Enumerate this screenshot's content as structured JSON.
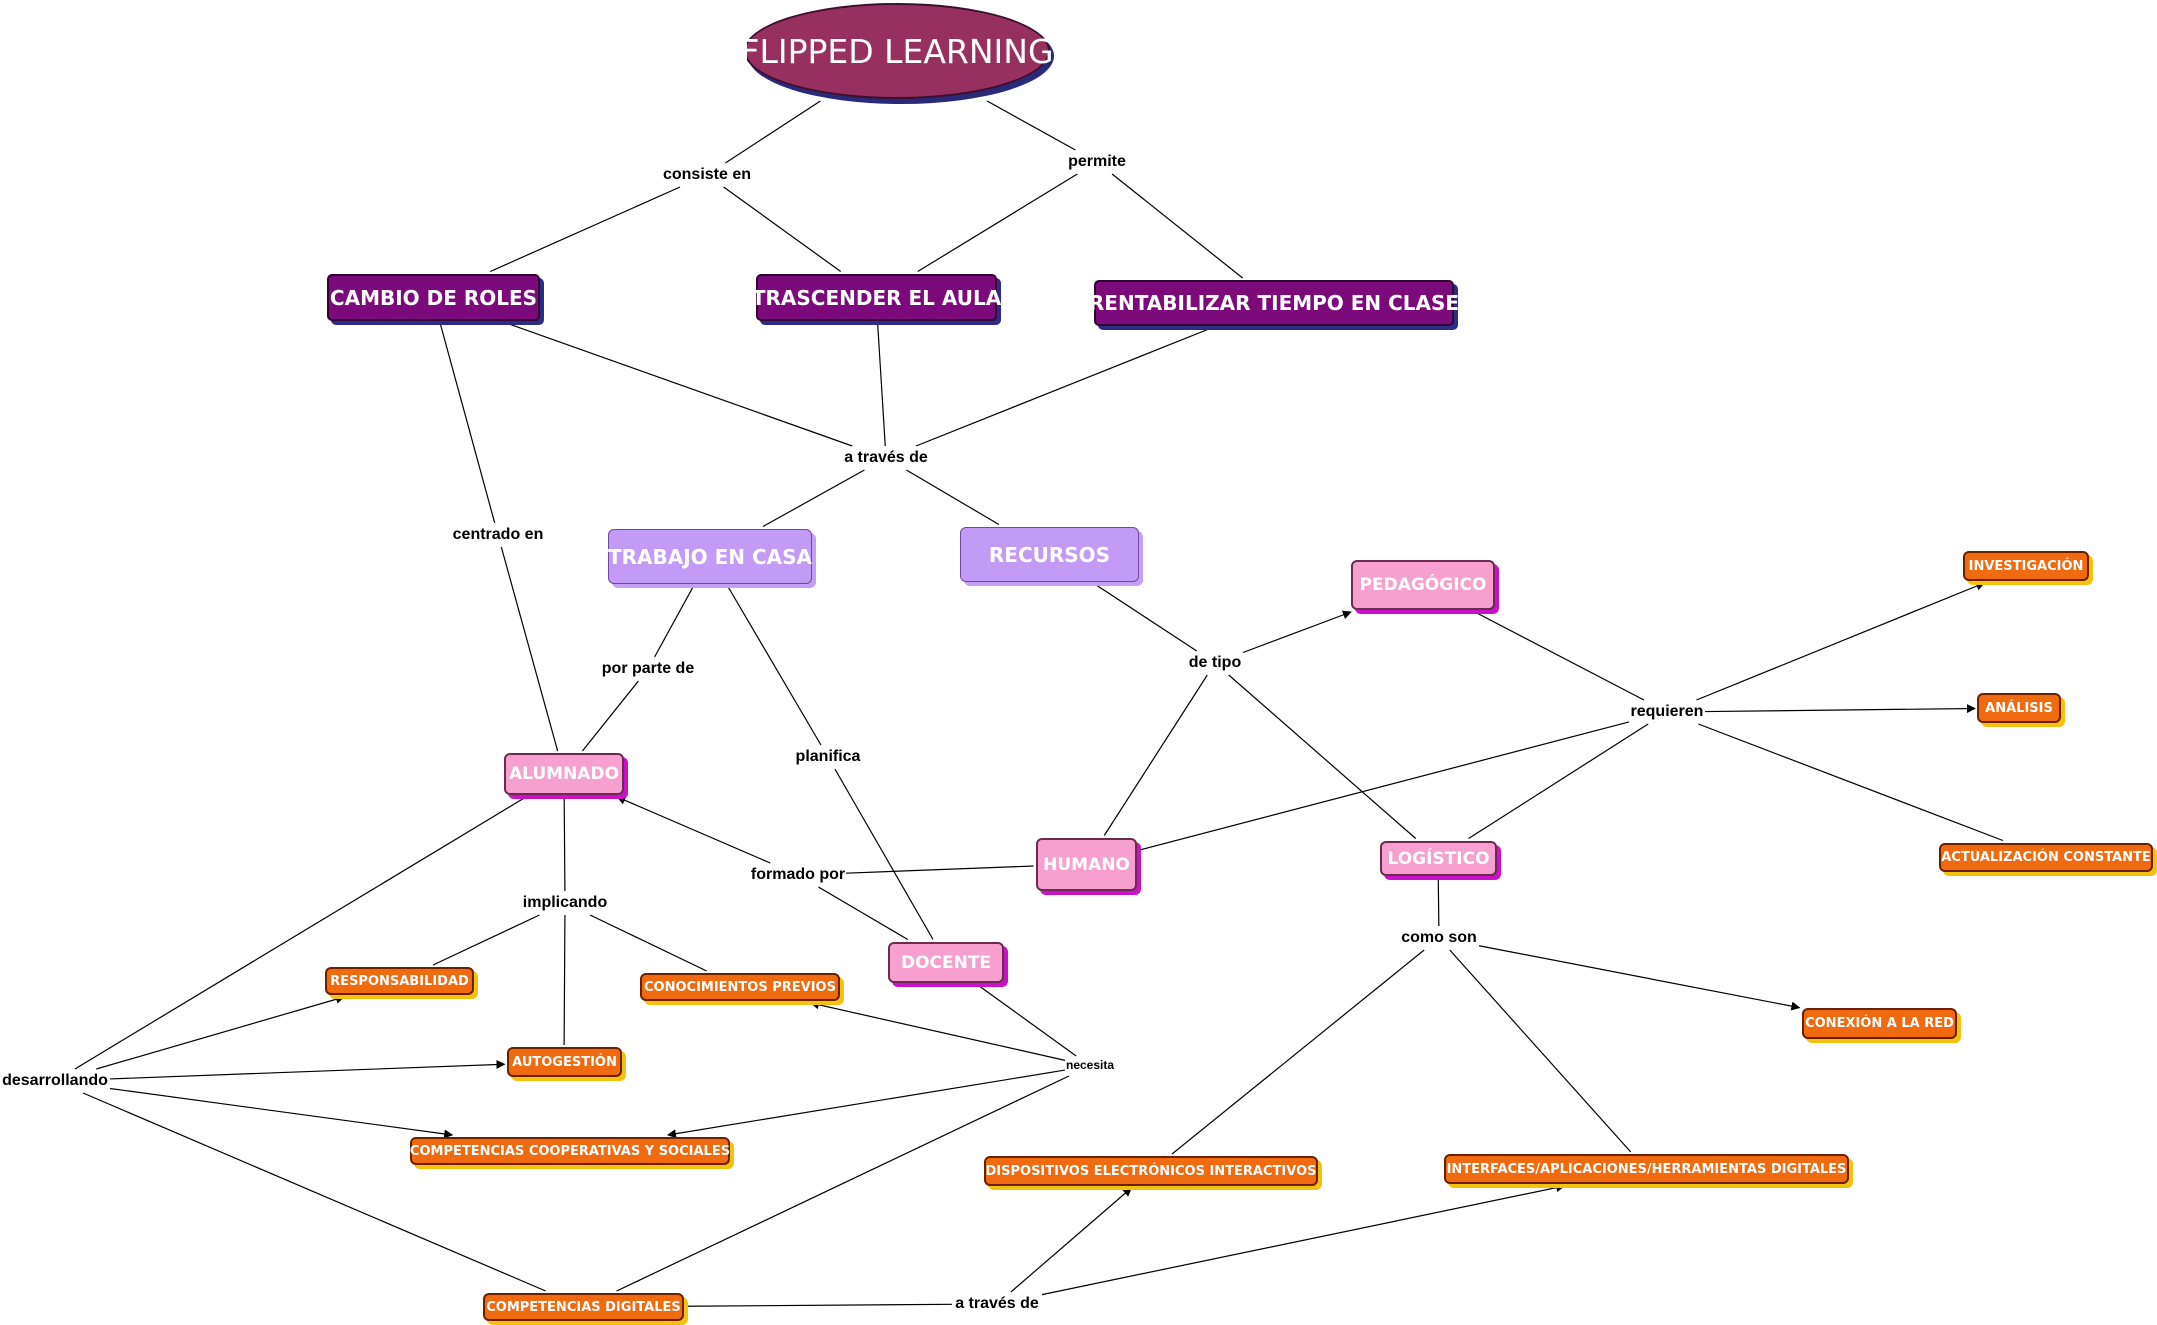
{
  "nodes": [
    {
      "id": "flipped",
      "text": "FLIPPED LEARNING",
      "kind": "title"
    },
    {
      "id": "cambio",
      "text": "CAMBIO DE ROLES",
      "kind": "l1"
    },
    {
      "id": "trascender",
      "text": "TRASCENDER EL AULA",
      "kind": "l1"
    },
    {
      "id": "rentabilizar",
      "text": "RENTABILIZAR TIEMPO EN CLASE",
      "kind": "l1"
    },
    {
      "id": "trabajo",
      "text": "TRABAJO EN CASA",
      "kind": "l2"
    },
    {
      "id": "recursos",
      "text": "RECURSOS",
      "kind": "l2"
    },
    {
      "id": "pedagogico",
      "text": "PEDAGÓGICO",
      "kind": "l3"
    },
    {
      "id": "alumnado",
      "text": "ALUMNADO",
      "kind": "l3"
    },
    {
      "id": "humano",
      "text": "HUMANO",
      "kind": "l3"
    },
    {
      "id": "logistico",
      "text": "LOGÍSTICO",
      "kind": "l3"
    },
    {
      "id": "docente",
      "text": "DOCENTE",
      "kind": "l3"
    },
    {
      "id": "investigacion",
      "text": "INVESTIGACIÓN",
      "kind": "l4"
    },
    {
      "id": "analisis",
      "text": "ANÁLISIS",
      "kind": "l4"
    },
    {
      "id": "actualizacion",
      "text": "ACTUALIZACIÓN CONSTANTE",
      "kind": "l4"
    },
    {
      "id": "responsabilidad",
      "text": "RESPONSABILIDAD",
      "kind": "l4"
    },
    {
      "id": "conocimientos",
      "text": "CONOCIMIENTOS PREVIOS",
      "kind": "l4"
    },
    {
      "id": "autogestion",
      "text": "AUTOGESTIÓN",
      "kind": "l4"
    },
    {
      "id": "cooperativas",
      "text": "COMPETENCIAS COOPERATIVAS Y SOCIALES",
      "kind": "l4"
    },
    {
      "id": "conexion",
      "text": "CONEXIÓN A LA RED",
      "kind": "l4"
    },
    {
      "id": "dispositivos",
      "text": "DISPOSITIVOS ELECTRÓNICOS INTERACTIVOS",
      "kind": "l4"
    },
    {
      "id": "interfaces",
      "text": "INTERFACES/APLICACIONES/HERRAMIENTAS DIGITALES",
      "kind": "l4"
    },
    {
      "id": "digitales",
      "text": "COMPETENCIAS DIGITALES",
      "kind": "l4"
    }
  ],
  "link_labels": [
    {
      "id": "consiste",
      "text": "consiste en"
    },
    {
      "id": "permite",
      "text": "permite"
    },
    {
      "id": "atraves1",
      "text": "a través de"
    },
    {
      "id": "centrado",
      "text": "centrado en"
    },
    {
      "id": "porparte",
      "text": "por parte de"
    },
    {
      "id": "planifica",
      "text": "planifica"
    },
    {
      "id": "detipo",
      "text": "de tipo"
    },
    {
      "id": "requieren",
      "text": "requieren"
    },
    {
      "id": "formado",
      "text": "formado por"
    },
    {
      "id": "implicando",
      "text": "implicando"
    },
    {
      "id": "comoson",
      "text": "como son"
    },
    {
      "id": "desarrollando",
      "text": "desarrollando"
    },
    {
      "id": "necesita",
      "text": "necesita"
    },
    {
      "id": "atraves2",
      "text": "a través de"
    }
  ],
  "connections": [
    [
      "flipped",
      "consiste",
      false
    ],
    [
      "consiste",
      "cambio",
      false
    ],
    [
      "consiste",
      "trascender",
      false
    ],
    [
      "flipped",
      "permite",
      false
    ],
    [
      "permite",
      "trascender",
      false
    ],
    [
      "permite",
      "rentabilizar",
      false
    ],
    [
      "cambio",
      "atraves1",
      false
    ],
    [
      "trascender",
      "atraves1",
      false
    ],
    [
      "rentabilizar",
      "atraves1",
      false
    ],
    [
      "atraves1",
      "trabajo",
      false
    ],
    [
      "atraves1",
      "recursos",
      false
    ],
    [
      "cambio",
      "centrado",
      false
    ],
    [
      "centrado",
      "alumnado",
      false
    ],
    [
      "trabajo",
      "porparte",
      false
    ],
    [
      "porparte",
      "alumnado",
      false
    ],
    [
      "trabajo",
      "planifica",
      false
    ],
    [
      "planifica",
      "docente",
      false
    ],
    [
      "recursos",
      "detipo",
      false
    ],
    [
      "detipo",
      "pedagogico",
      true
    ],
    [
      "detipo",
      "humano",
      false
    ],
    [
      "detipo",
      "logistico",
      false
    ],
    [
      "pedagogico",
      "requieren",
      false
    ],
    [
      "humano",
      "requieren",
      false
    ],
    [
      "logistico",
      "requieren",
      false
    ],
    [
      "requieren",
      "investigacion",
      true
    ],
    [
      "requieren",
      "analisis",
      true
    ],
    [
      "requieren",
      "actualizacion",
      false
    ],
    [
      "humano",
      "formado",
      false
    ],
    [
      "docente",
      "formado",
      false
    ],
    [
      "formado",
      "alumnado",
      true
    ],
    [
      "alumnado",
      "implicando",
      false
    ],
    [
      "implicando",
      "responsabilidad",
      false
    ],
    [
      "implicando",
      "conocimientos",
      false
    ],
    [
      "implicando",
      "autogestion",
      false
    ],
    [
      "alumnado",
      "desarrollando",
      false
    ],
    [
      "desarrollando",
      "responsabilidad",
      true
    ],
    [
      "desarrollando",
      "autogestion",
      true
    ],
    [
      "desarrollando",
      "cooperativas",
      true
    ],
    [
      "desarrollando",
      "digitales",
      false
    ],
    [
      "docente",
      "necesita",
      false
    ],
    [
      "necesita",
      "conocimientos",
      true
    ],
    [
      "necesita",
      "cooperativas",
      true
    ],
    [
      "necesita",
      "digitales",
      false
    ],
    [
      "logistico",
      "comoson",
      false
    ],
    [
      "comoson",
      "conexion",
      true
    ],
    [
      "comoson",
      "dispositivos",
      false
    ],
    [
      "comoson",
      "interfaces",
      false
    ],
    [
      "digitales",
      "atraves2",
      false
    ],
    [
      "atraves2",
      "dispositivos",
      true
    ],
    [
      "atraves2",
      "interfaces",
      true
    ]
  ]
}
